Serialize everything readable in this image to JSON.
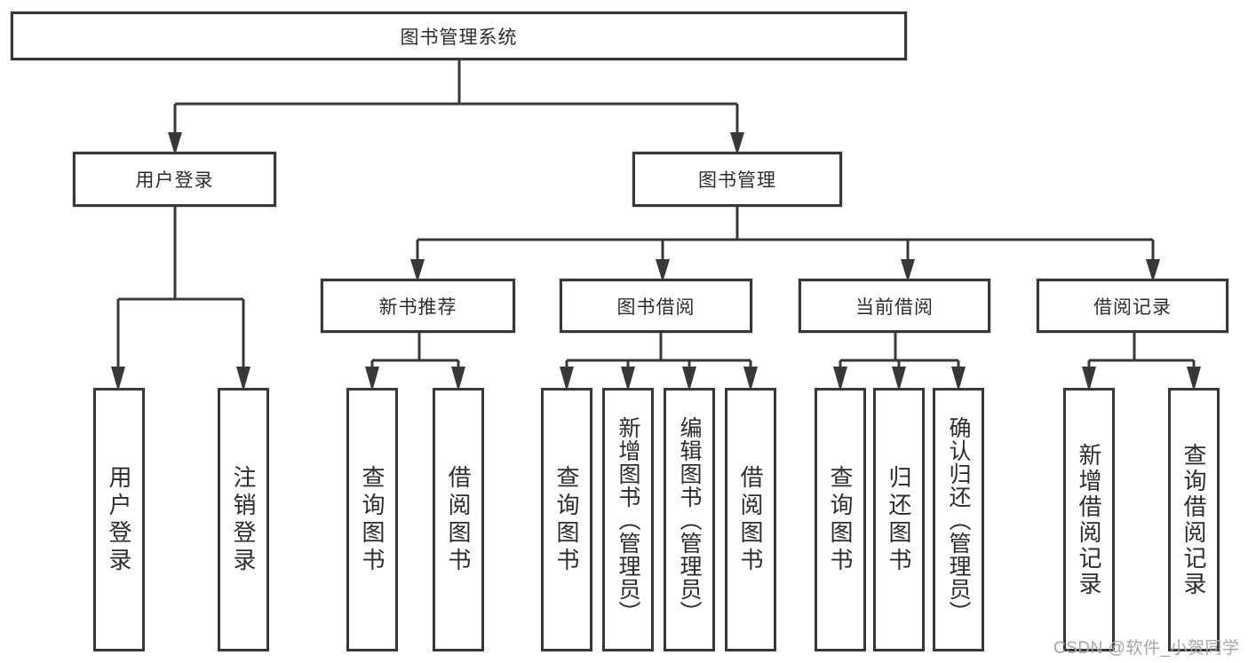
{
  "colors": {
    "line": "#383838",
    "box_border": "#383838",
    "text": "#2d2d2d",
    "watermark": "#a6a6a6",
    "background": "#ffffff"
  },
  "tree": {
    "root": {
      "label": "图书管理系统"
    },
    "branches": [
      {
        "label": "用户登录",
        "children": [
          "用户登录",
          "注销登录"
        ]
      },
      {
        "label": "图书管理",
        "children": [
          {
            "label": "新书推荐",
            "children": [
              "查询图书",
              "借阅图书"
            ]
          },
          {
            "label": "图书借阅",
            "children": [
              "查询图书",
              "新增图书（管理员）",
              "编辑图书（管理员）",
              "借阅图书"
            ]
          },
          {
            "label": "当前借阅",
            "children": [
              "查询图书",
              "归还图书",
              "确认归还（管理员）"
            ]
          },
          {
            "label": "借阅记录",
            "children": [
              "新增借阅记录",
              "查询借阅记录"
            ]
          }
        ]
      }
    ]
  },
  "watermark": "CSDN @软件_小贺同学"
}
